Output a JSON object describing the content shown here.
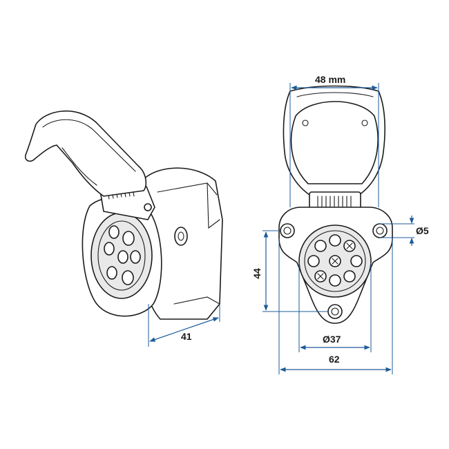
{
  "dimensions": {
    "width_top": "48 mm",
    "height_left": "44",
    "hole_diameter": "Ø5",
    "socket_diameter": "Ø37",
    "total_width": "62",
    "depth_side": "41"
  },
  "colors": {
    "dimension_line": "#1e5b9a",
    "outline": "#1a1a1a",
    "shading": "#e9e9e9"
  }
}
